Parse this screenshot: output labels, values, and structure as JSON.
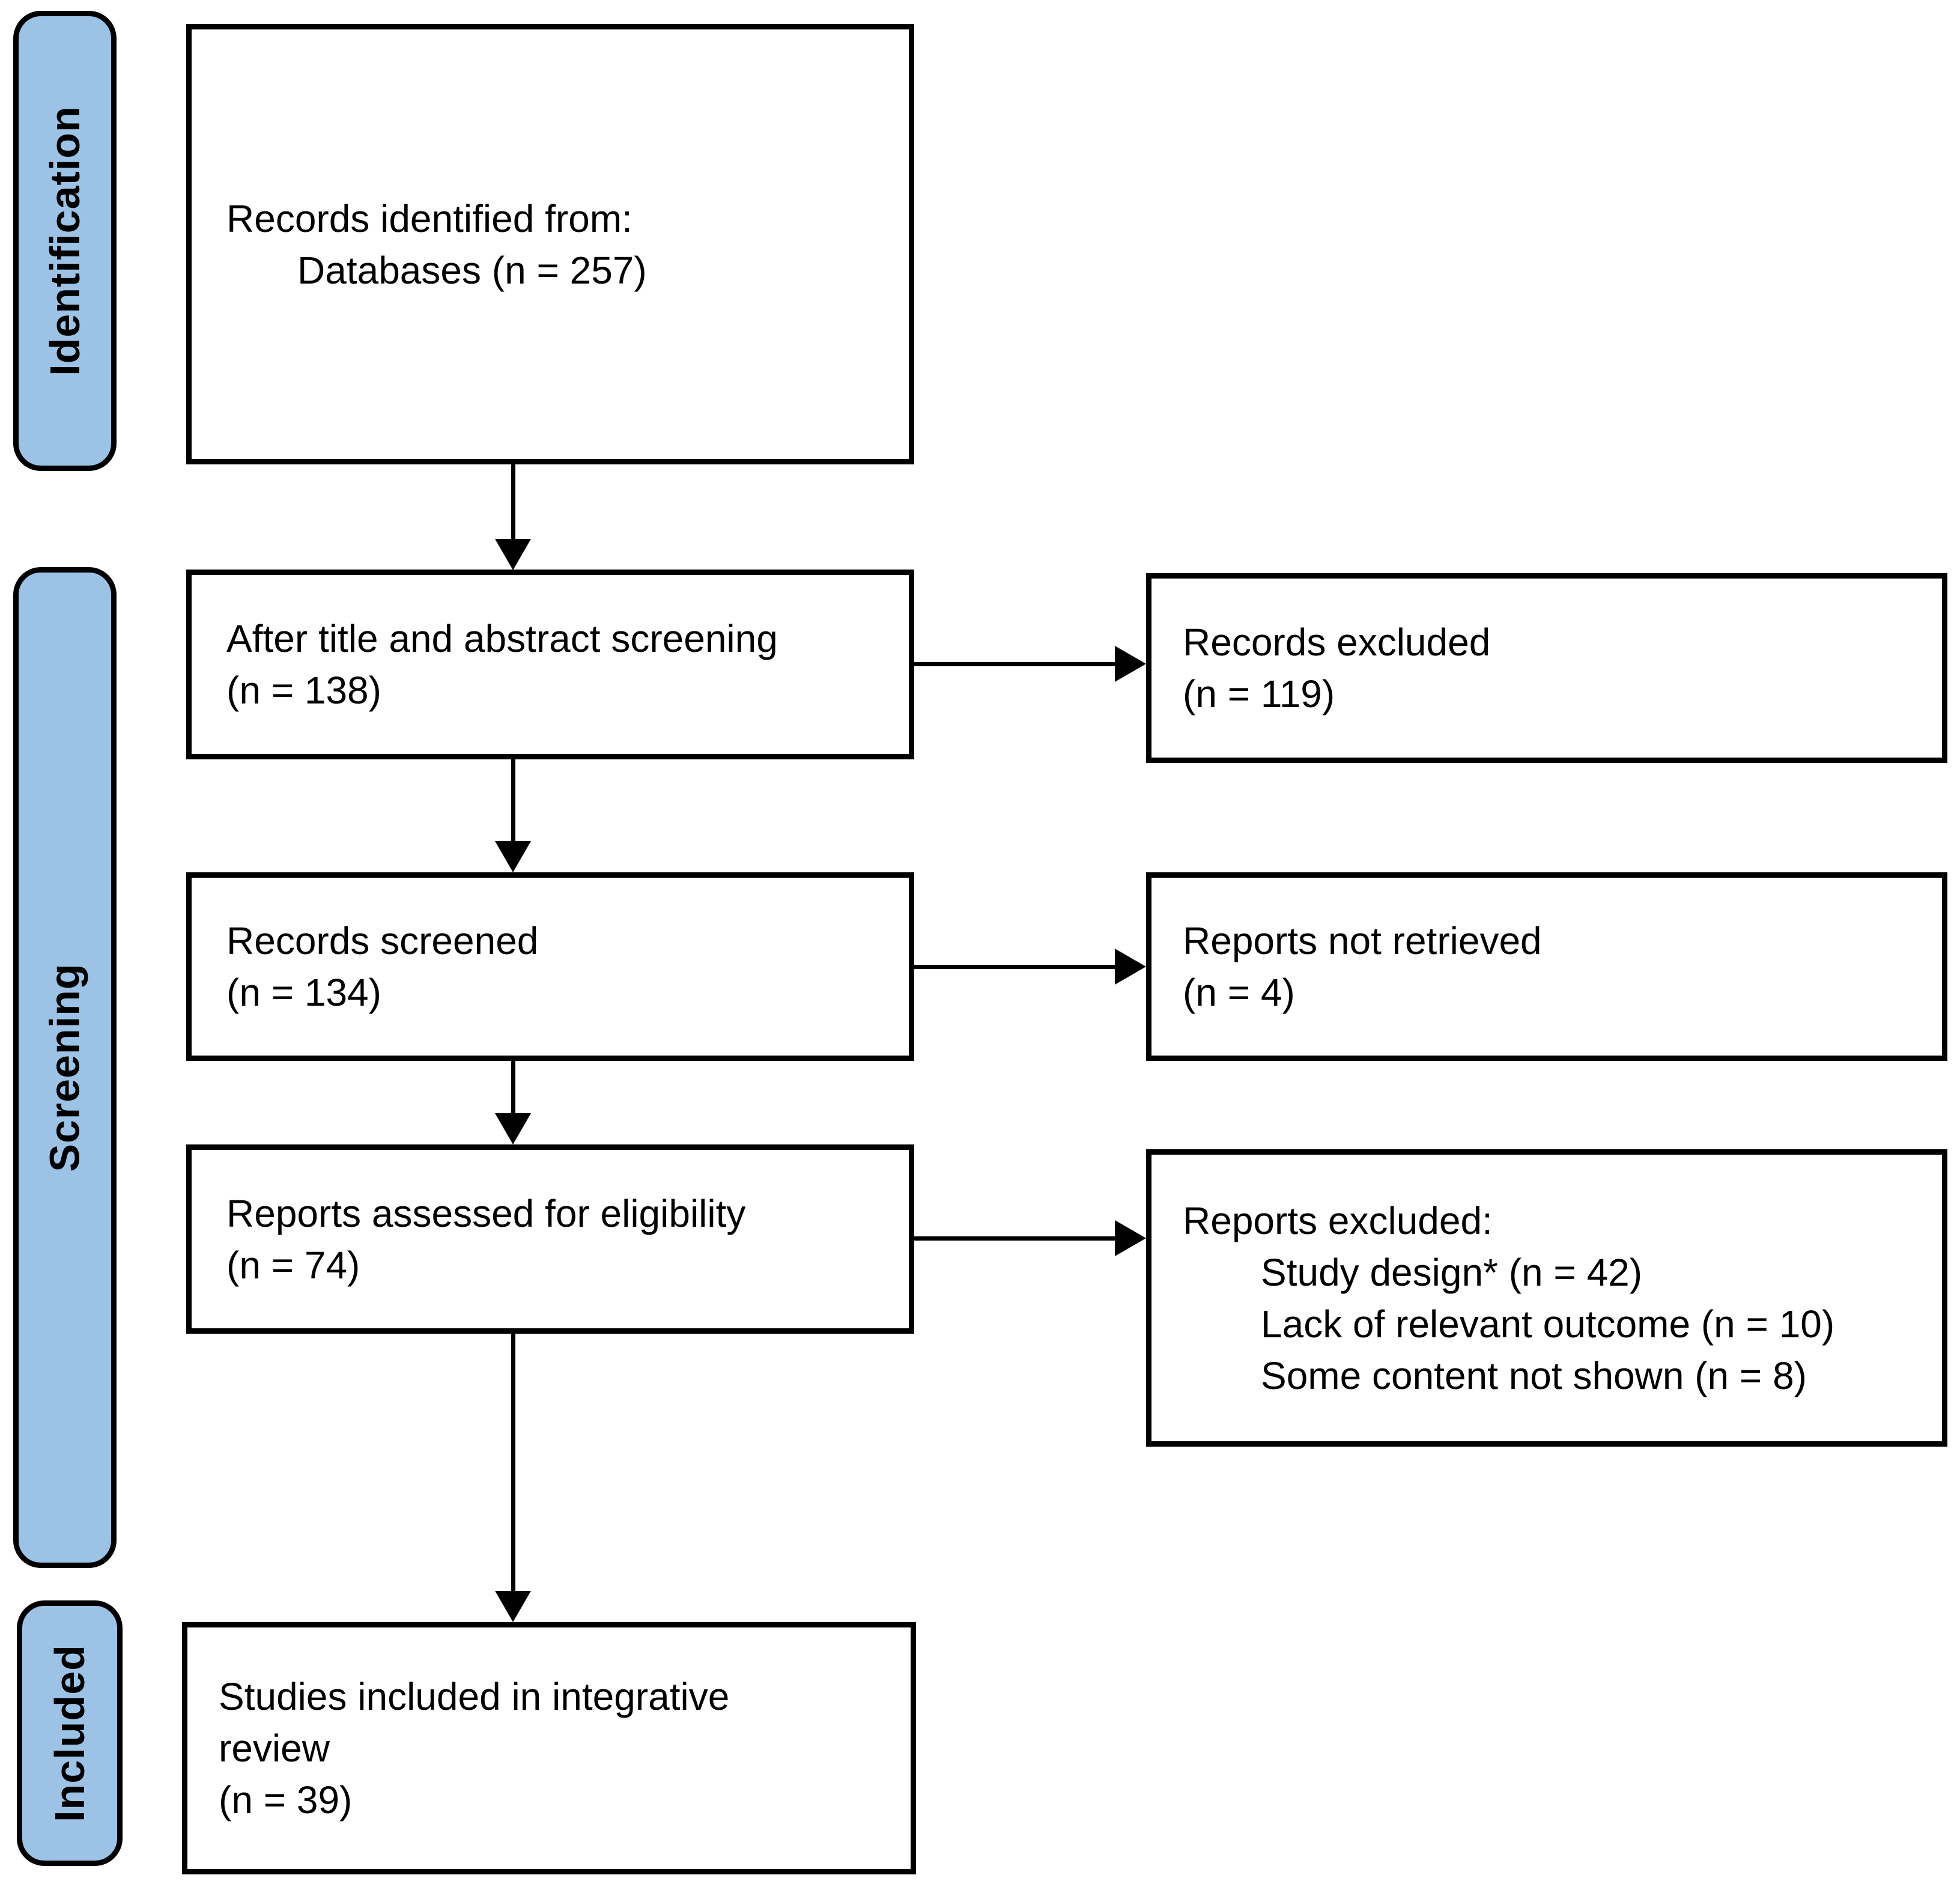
{
  "figure": {
    "type": "prisma-flow-diagram",
    "colors": {
      "stage_fill": "#9CC3E6",
      "border": "#000000",
      "box_fill": "#FFFFFF",
      "text": "#000000",
      "background": "#FFFFFF"
    },
    "stages": [
      {
        "id": "identification",
        "label": "Identification"
      },
      {
        "id": "screening",
        "label": "Screening"
      },
      {
        "id": "included",
        "label": "Included"
      }
    ],
    "boxes": {
      "records_identified": {
        "line1": "Records identified from:",
        "line2": "Databases (n = 257)"
      },
      "title_abstract_screening": {
        "line1": "After title and abstract screening",
        "line2": "(n = 138)"
      },
      "records_excluded": {
        "line1": "Records excluded",
        "line2": "(n = 119)"
      },
      "records_screened": {
        "line1": "Records screened",
        "line2": "(n = 134)"
      },
      "reports_not_retrieved": {
        "line1": "Reports not retrieved",
        "line2": "(n = 4)"
      },
      "reports_assessed": {
        "line1": "Reports assessed for eligibility",
        "line2": "(n = 74)"
      },
      "reports_excluded": {
        "header": "Reports excluded:",
        "items": [
          "Study design* (n = 42)",
          "Lack of relevant outcome (n = 10)",
          "Some content not shown (n = 8)"
        ]
      },
      "studies_included": {
        "line1": "Studies included in integrative",
        "line2": "review",
        "line3": "(n = 39)"
      }
    }
  }
}
